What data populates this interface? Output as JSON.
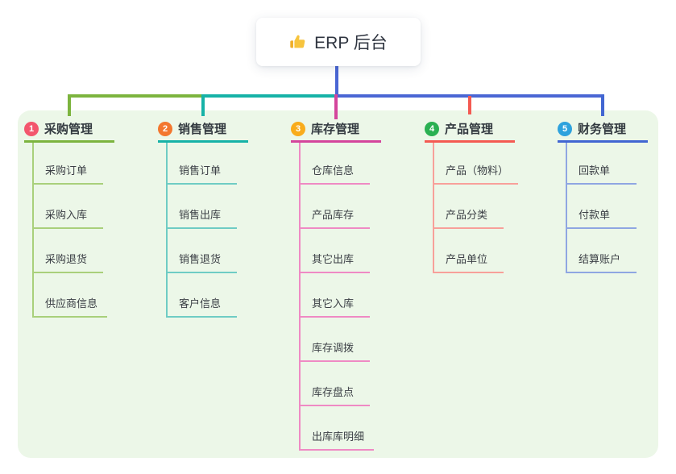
{
  "root": {
    "label": "ERP 后台",
    "icon": "thumbs-up"
  },
  "branches": [
    {
      "index": "1",
      "label": "采购管理",
      "color": "#7cb43e",
      "light_color": "#a9d07b",
      "badge_color": "#f3566d",
      "children": [
        "采购订单",
        "采购入库",
        "采购退货",
        "供应商信息"
      ]
    },
    {
      "index": "2",
      "label": "销售管理",
      "color": "#16b2a7",
      "light_color": "#6fccc4",
      "badge_color": "#f3772e",
      "children": [
        "销售订单",
        "销售出库",
        "销售退货",
        "客户信息"
      ]
    },
    {
      "index": "3",
      "label": "库存管理",
      "color": "#d4459c",
      "light_color": "#ef8ac4",
      "badge_color": "#f9ac1b",
      "children": [
        "仓库信息",
        "产品库存",
        "其它出库",
        "其它入库",
        "库存调拨",
        "库存盘点",
        "出库库明细"
      ]
    },
    {
      "index": "4",
      "label": "产品管理",
      "color": "#f45a52",
      "light_color": "#f8a09a",
      "badge_color": "#2ab052",
      "children": [
        "产品（物料）",
        "产品分类",
        "产品单位"
      ]
    },
    {
      "index": "5",
      "label": "财务管理",
      "color": "#4166d2",
      "light_color": "#8fa6e2",
      "badge_color": "#2ea2dd",
      "children": [
        "回款单",
        "付款单",
        "结算账户"
      ]
    }
  ],
  "colors": {
    "connector_blue": "#4a66d4",
    "panel_bg": "#ecf7e8",
    "thumb_yellow": "#f7c43d"
  }
}
